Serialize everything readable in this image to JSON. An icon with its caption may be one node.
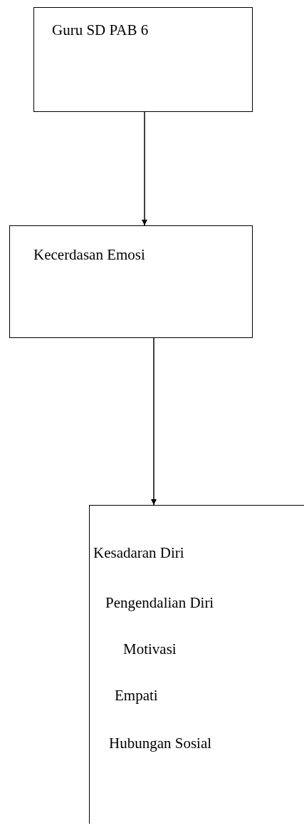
{
  "diagram": {
    "nodes": [
      {
        "text": [
          "Guru SD PAB 6"
        ]
      },
      {
        "text": [
          "Kecerdasan Emosi"
        ]
      },
      {
        "text": [
          "Kesadaran Diri",
          "Pengendalian Diri",
          "Motivasi",
          "Empati",
          "Hubungan Sosial"
        ]
      }
    ],
    "edges": [
      {
        "from": 0,
        "to": 1,
        "arrow": "to"
      },
      {
        "from": 1,
        "to": 2,
        "arrow": "to"
      }
    ]
  }
}
